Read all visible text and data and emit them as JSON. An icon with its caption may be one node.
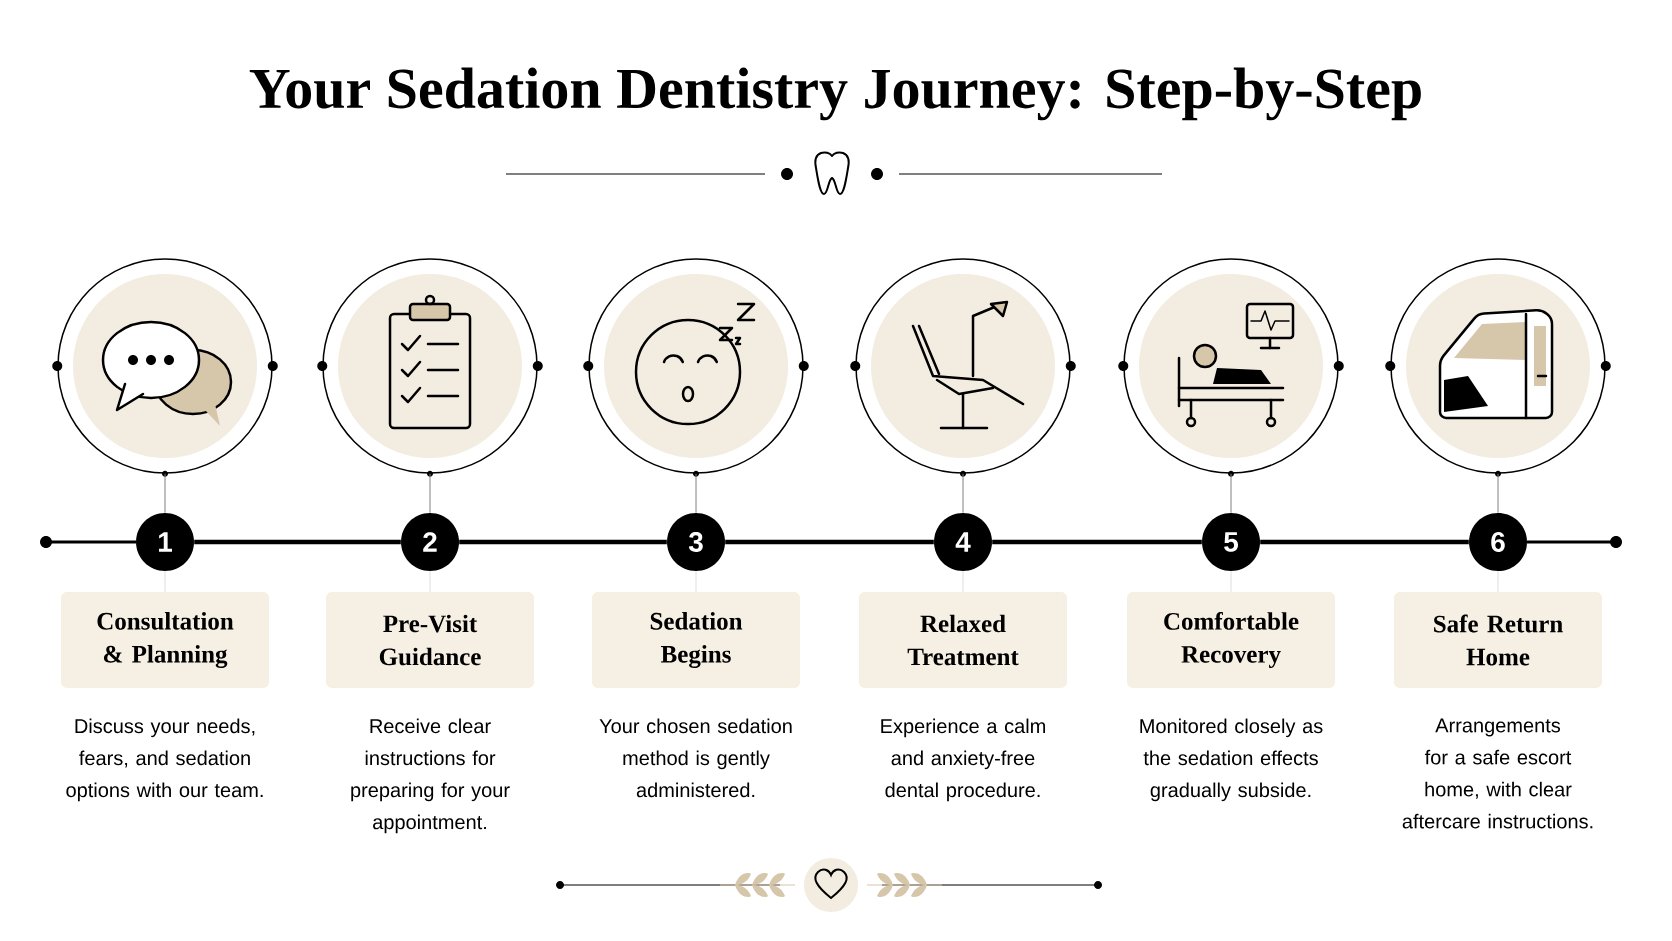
{
  "diagram": {
    "title": "Your Sedation Dentistry Journey: Step-by-Step",
    "nodes": [
      {
        "text": [],
        "shape": "circle"
      },
      {
        "text": [
          "1"
        ]
      },
      {
        "text": [
          "Consultation & Planning"
        ],
        "beside": [
          "Discuss your needs, fears, and sedation options with our team."
        ]
      },
      {
        "text": [],
        "shape": "circle"
      },
      {
        "text": [
          "2"
        ]
      },
      {
        "text": [
          "Pre-Visit Guidance"
        ],
        "beside": [
          "Receive clear instructions for preparing for your appointment."
        ]
      },
      {
        "text": [],
        "shape": "circle"
      },
      {
        "text": [
          "3"
        ]
      },
      {
        "text": [
          "Sedation Begins"
        ],
        "beside": [
          "Your chosen sedation method is gently administered."
        ]
      },
      {
        "text": [],
        "shape": "circle"
      },
      {
        "text": [
          "4"
        ]
      },
      {
        "text": [
          "Relaxed Treatment"
        ],
        "beside": [
          "Experience a calm and anxiety-free dental procedure."
        ]
      },
      {
        "text": [],
        "shape": "circle"
      },
      {
        "text": [
          "5"
        ]
      },
      {
        "text": [
          "Comfortable Recovery"
        ],
        "beside": [
          "Monitored closely as the sedation effects gradually subside."
        ]
      },
      {
        "text": [],
        "shape": "circle"
      },
      {
        "text": [
          "6"
        ]
      },
      {
        "text": [
          "Safe Return Home"
        ],
        "beside": [
          "Arrangements for a safe escort home, with clear aftercare instructions."
        ]
      }
    ],
    "edges": [
      {
        "from": 0,
        "to": 1,
        "arrow": "none"
      },
      {
        "from": 1,
        "to": 2,
        "arrow": "none",
        "color": "#dddddd"
      },
      {
        "from": 3,
        "to": 4,
        "arrow": "none"
      },
      {
        "from": 4,
        "to": 5,
        "arrow": "none",
        "color": "#dddddd"
      },
      {
        "from": 6,
        "to": 7,
        "arrow": "none"
      },
      {
        "from": 7,
        "to": 8,
        "arrow": "none",
        "color": "#dddddd"
      },
      {
        "from": 9,
        "to": 10,
        "arrow": "none"
      },
      {
        "from": 10,
        "to": 11,
        "arrow": "none",
        "color": "#dddddd"
      },
      {
        "from": 12,
        "to": 13,
        "arrow": "none"
      },
      {
        "from": 13,
        "to": 14,
        "arrow": "none",
        "color": "#dddddd"
      },
      {
        "from": 15,
        "to": 16,
        "arrow": "none"
      },
      {
        "from": 16,
        "to": 17,
        "arrow": "none",
        "color": "#dddddd"
      },
      {
        "from": 1,
        "to": 4,
        "arrow": "none",
        "style": "thick",
        "color": "#000000"
      },
      {
        "from": 4,
        "to": 7,
        "arrow": "none",
        "style": "thick",
        "color": "#000000"
      },
      {
        "from": 7,
        "to": 10,
        "arrow": "none",
        "style": "thick",
        "color": "#000000"
      },
      {
        "from": 10,
        "to": 13,
        "arrow": "none",
        "style": "thick",
        "color": "#000000"
      },
      {
        "from": 13,
        "to": 16,
        "arrow": "none",
        "style": "thick",
        "color": "#000000"
      }
    ]
  }
}
